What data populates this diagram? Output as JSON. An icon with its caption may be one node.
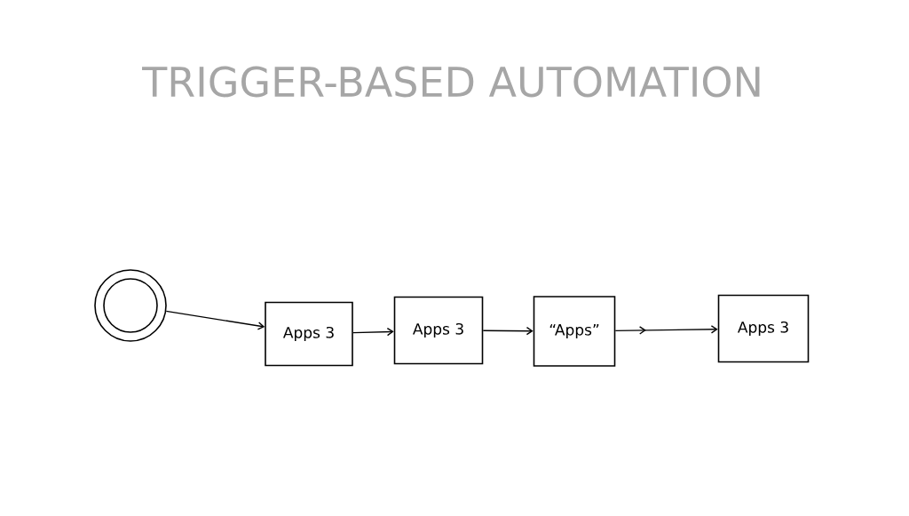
{
  "diagram": {
    "title": "TRIGGER-BASED AUTOMATION",
    "nodes": [
      {
        "text": [],
        "shape": "circle"
      },
      {
        "text": [
          "Apps 3"
        ]
      },
      {
        "text": [
          "Apps 3"
        ]
      },
      {
        "text": [
          "“Apps”"
        ]
      },
      {
        "text": [
          "Apps 3"
        ]
      }
    ],
    "edges": [
      {
        "from": 0,
        "to": 1,
        "arrow": "to"
      },
      {
        "from": 1,
        "to": 2,
        "arrow": "to"
      },
      {
        "from": 2,
        "to": 3,
        "arrow": "to"
      },
      {
        "from": 3,
        "to": 4,
        "arrow": "to"
      }
    ]
  }
}
